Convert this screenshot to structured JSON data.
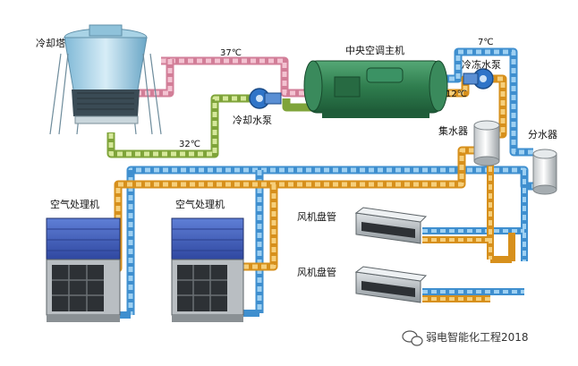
{
  "labels": {
    "cooling_tower": "冷却塔",
    "chiller": "中央空调主机",
    "chilled_pump": "冷冻水泵",
    "cooling_pump": "冷却水泵",
    "collector": "集水器",
    "distributor": "分水器",
    "ahu_1": "空气处理机",
    "ahu_2": "空气处理机",
    "fcu_1": "风机盘管",
    "fcu_2": "风机盘管"
  },
  "temps": {
    "cooling_supply": "37℃",
    "cooling_return": "32℃",
    "chilled_supply": "7℃",
    "chilled_return": "12℃"
  },
  "watermark": "弱电智能化工程2018",
  "colors": {
    "pink_pipe": "#e9a4b8",
    "green_pipe": "#b7d36a",
    "blue_pipe": "#6fb3e3",
    "orange_pipe": "#f0b13c",
    "chiller_body": "#2f7d4e",
    "pump_blue": "#2f74c8",
    "ahu_blue": "#3a58b8"
  }
}
